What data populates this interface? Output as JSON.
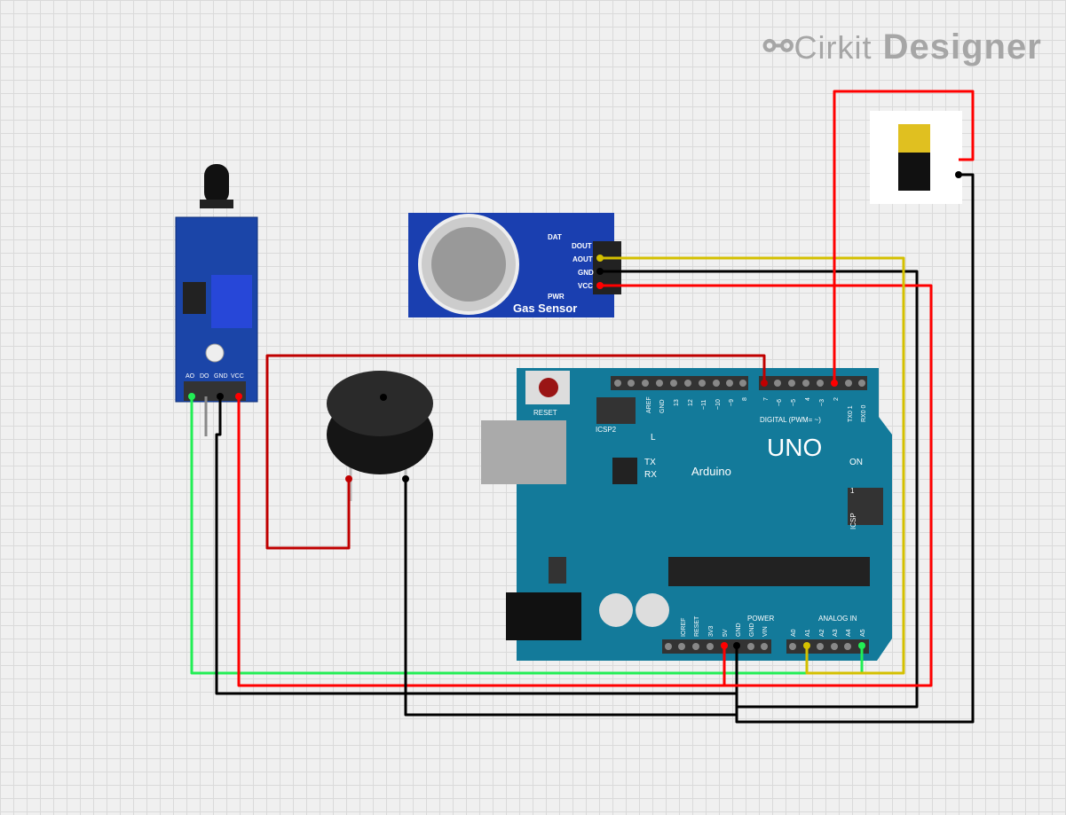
{
  "logo": {
    "brand": "Cirkit",
    "product": "Designer"
  },
  "components": {
    "flame_sensor": {
      "pins": [
        "AO",
        "DO",
        "GND",
        "VCC"
      ]
    },
    "gas_sensor": {
      "title": "Gas Sensor",
      "pins": [
        "DOUT",
        "AOUT",
        "GND",
        "VCC"
      ],
      "leds": [
        "DAT",
        "PWR"
      ]
    },
    "buzzer": {},
    "pump": {},
    "arduino": {
      "brand": "Arduino",
      "model": "UNO",
      "reset": "RESET",
      "icsp2": "ICSP2",
      "icsp": "ICSP",
      "digital_label": "DIGITAL (PWM= ~)",
      "digital_pins": [
        "AREF",
        "GND",
        "13",
        "12",
        "~11",
        "~10",
        "~9",
        "8",
        "7",
        "~6",
        "~5",
        "4",
        "~3",
        "2",
        "TX0 1",
        "RX0 0"
      ],
      "power_label": "POWER",
      "power_pins": [
        "IOREF",
        "RESET",
        "3V3",
        "5V",
        "GND",
        "GND",
        "VIN"
      ],
      "analog_label": "ANALOG IN",
      "analog_pins": [
        "A0",
        "A1",
        "A2",
        "A3",
        "A4",
        "A5"
      ],
      "leds": [
        "L",
        "TX",
        "RX",
        "ON"
      ],
      "icsp_one": "1"
    }
  },
  "wire_colors": {
    "red": "#ff0000",
    "darkred": "#c00000",
    "black": "#000000",
    "green": "#22ee55",
    "yellow": "#d4c000"
  }
}
